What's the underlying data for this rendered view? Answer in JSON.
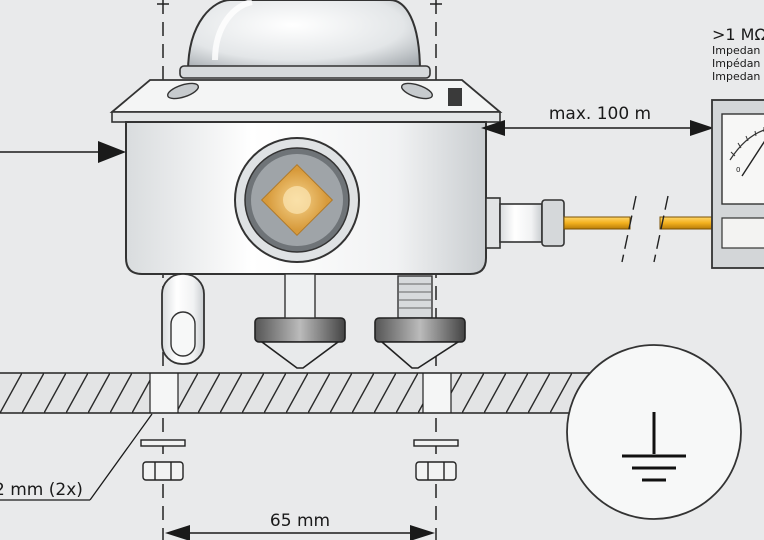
{
  "labels": {
    "distance": "max. 100 m",
    "spacing": "65 mm",
    "hole": "2 mm (2x)"
  },
  "impedance": {
    "value": ">1 MΩ",
    "lines": [
      "Impedan",
      "Impédan",
      "Impedan"
    ]
  },
  "colors": {
    "background": "#e9eaeb",
    "cable": "#f2b01e",
    "body": "#f4f5f5",
    "sensor": "#e9b75c"
  },
  "icons": {
    "ground": "ground-symbol-icon",
    "dial": "meter-dial-icon"
  }
}
